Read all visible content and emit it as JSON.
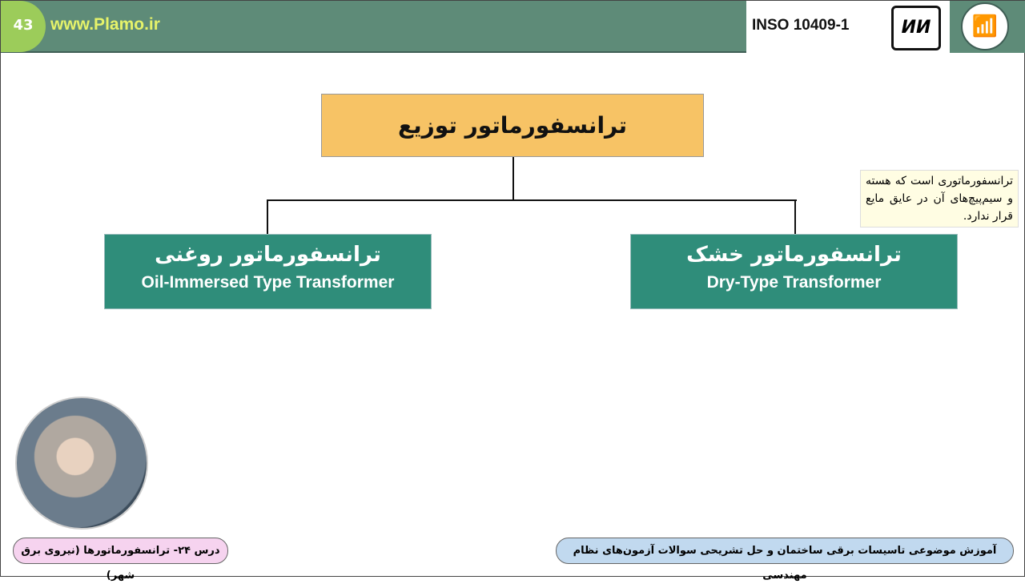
{
  "header": {
    "slide_number": "43",
    "site": "www.Plamo.ir",
    "standard": "INSO 10409-1",
    "isiri_logo": "ISIRI"
  },
  "diagram": {
    "root": "ترانسفورماتور توزیع",
    "left": {
      "fa": "ترانسفورماتور روغنی",
      "en": "Oil-Immersed Type Transformer"
    },
    "right": {
      "fa": "ترانسفورماتور خشک",
      "en": "Dry-Type Transformer"
    }
  },
  "note": "ترانسفورماتوری است که هسته و سیم‌پیچ‌های آن در عایق مایع قرار ندارد.",
  "footer": {
    "lesson": "درس ۲۴- ترانسفورماتورها (نیروی برق شهر)",
    "course": "آموزش موضوعی تاسیسات برقی ساختمان و حل تشریحی سوالات آزمون‌های نظام مهندسی"
  }
}
